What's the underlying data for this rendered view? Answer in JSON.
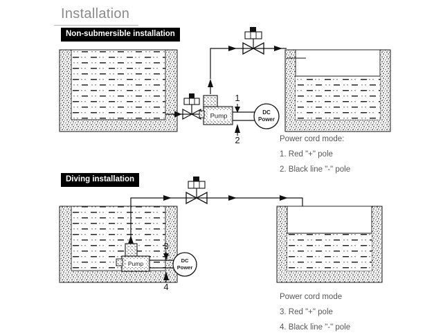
{
  "page": {
    "title": "Installation"
  },
  "sections": [
    {
      "tag": "Non-submersible installation",
      "pump_label": "Pump",
      "power_label_line1": "DC",
      "power_label_line2": "Power",
      "cord_marks": [
        "1",
        "2"
      ],
      "valve_icons": [
        "gate-valve-icon",
        "gate-valve-icon"
      ],
      "note": {
        "heading": "Power cord mode:",
        "items": [
          "1. Red \"+\" pole",
          "2. Black line \"-\" pole"
        ]
      }
    },
    {
      "tag": "Diving installation",
      "pump_label": "Pump",
      "power_label_line1": "DC",
      "power_label_line2": "Power",
      "cord_marks": [
        "3",
        "4"
      ],
      "valve_icons": [
        "gate-valve-icon"
      ],
      "note": {
        "heading": "Power cord mode",
        "items": [
          "3. Red \"+\" pole",
          "4. Black line \"-\" pole"
        ]
      }
    }
  ],
  "colors": {
    "line": "#1a1a1a",
    "wall": "#9a9a9a",
    "title": "#8a8a8a",
    "note_text": "#575757",
    "tag_bg": "#000000",
    "tag_text": "#ffffff",
    "background": "#ffffff"
  }
}
